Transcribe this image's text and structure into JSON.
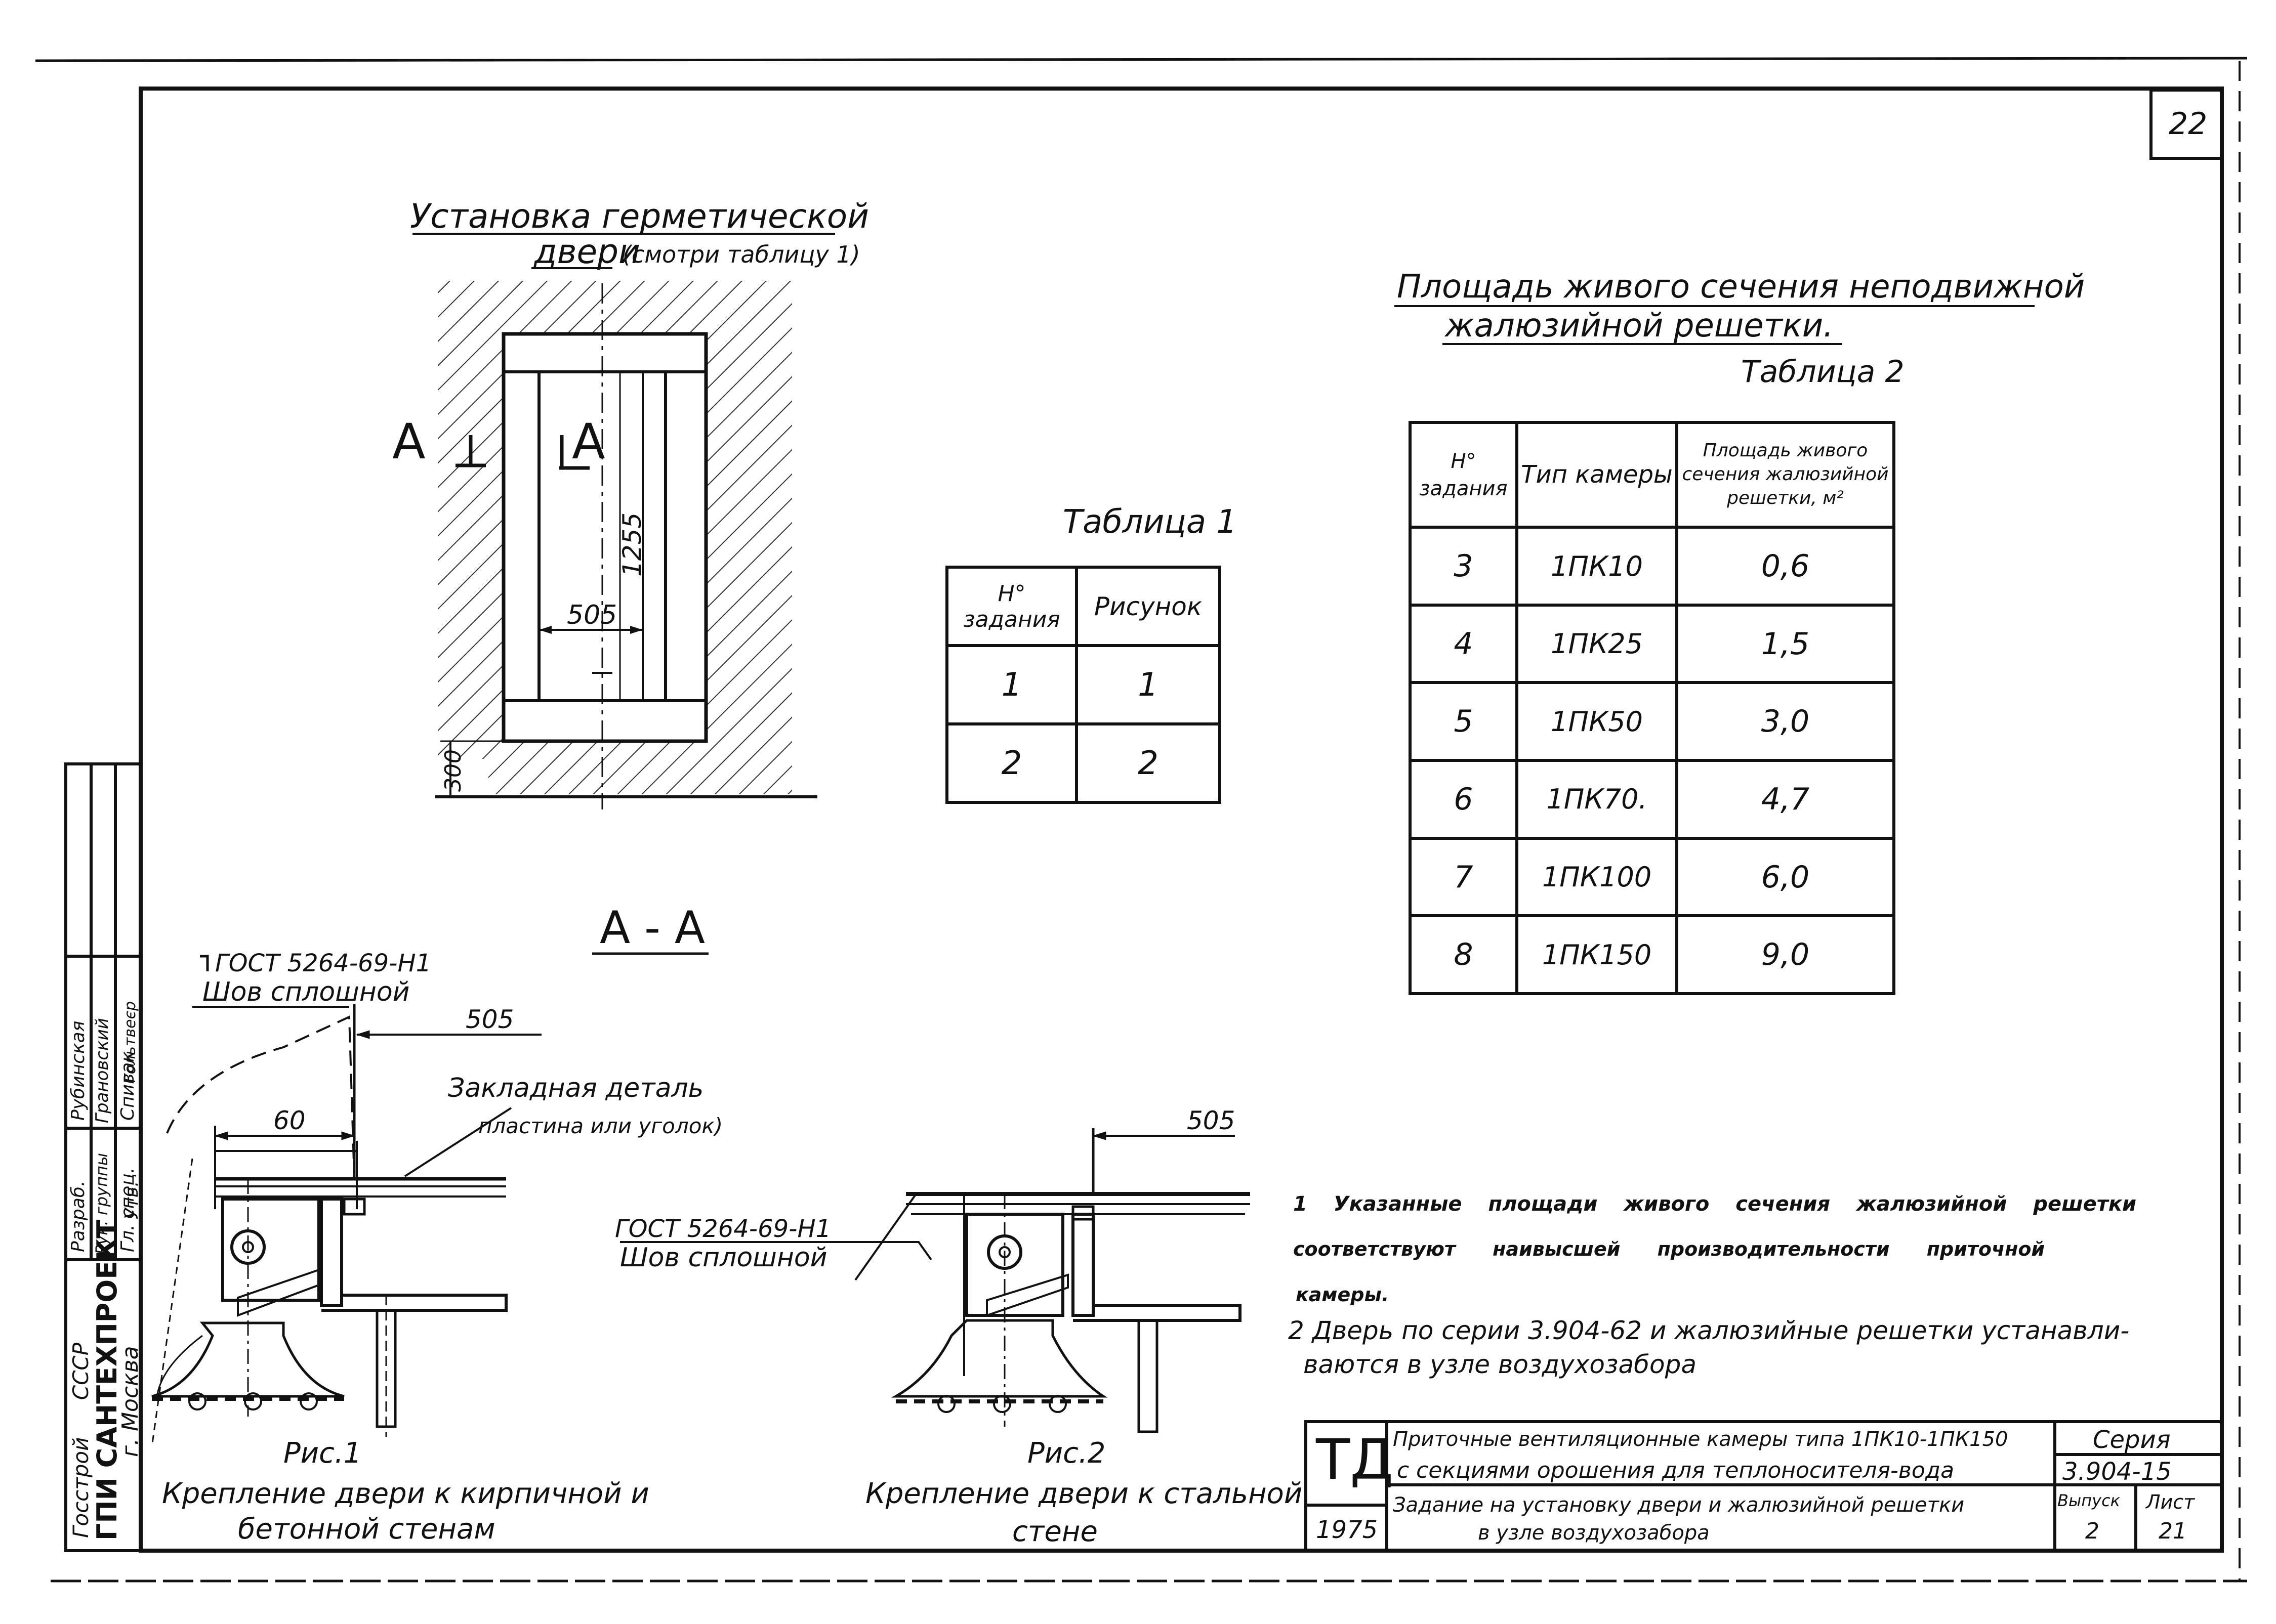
{
  "sheet_number": "22",
  "door_section": {
    "title_line1": "Установка герметической",
    "title_line2": "двери",
    "title_note": "(смотри таблицу 1)",
    "mark_left": "А",
    "mark_right": "А",
    "dim_height": "1255",
    "dim_width": "505",
    "dim_base": "300"
  },
  "table1": {
    "caption": "Таблица 1",
    "headers": [
      "Н° задания",
      "Рисунок"
    ],
    "rows": [
      [
        "1",
        "1"
      ],
      [
        "2",
        "2"
      ]
    ]
  },
  "table2": {
    "title_line1": "Площадь живого сечения неподвижной",
    "title_line2": "жалюзийной решетки.",
    "caption": "Таблица 2",
    "headers": [
      "Н° задания",
      "Тип камеры",
      "Площадь живого сечения жалюзийной решетки, м²"
    ],
    "rows": [
      [
        "3",
        "1ПК10",
        "0,6"
      ],
      [
        "4",
        "1ПК25",
        "1,5"
      ],
      [
        "5",
        "1ПК50",
        "3,0"
      ],
      [
        "6",
        "1ПК70.",
        "4,7"
      ],
      [
        "7",
        "1ПК100",
        "6,0"
      ],
      [
        "8",
        "1ПК150",
        "9,0"
      ]
    ]
  },
  "section_aa": {
    "title": "А - А",
    "gost1": "ГОСТ 5264-69-Н1",
    "seam1": "Шов сплошной",
    "dim_505_left": "505",
    "embedded_part": "Закладная деталь",
    "embedded_note": "пластина или уголок)",
    "dim_60": "60",
    "gost2": "ГОСТ 5264-69-Н1",
    "seam2": "Шов сплошной",
    "dim_505_right": "505",
    "fig1_label": "Рис.1",
    "fig1_caption_line1": "Крепление двери к кирпичной и",
    "fig1_caption_line2": "бетонной стенам",
    "fig2_label": "Рис.2",
    "fig2_caption_line1": "Крепление двери к стальной",
    "fig2_caption_line2": "стене"
  },
  "notes": {
    "note1_line1": "1 Указанные площади живого сечения жалюзийной решетки",
    "note1_line2": "соответствуют наивысшей производительности приточной",
    "note1_line3": "камеры.",
    "note2_line1": "2 Дверь по серии 3.904-62 и жалюзийные решетки устанавли-",
    "note2_line2": "ваются в узле воздухозабора"
  },
  "title_block": {
    "td": "ТД",
    "year": "1975",
    "title_line1": "Приточные вентиляционные камеры типа 1ПК10-1ПК150",
    "title_line2": "с секциями орошения для теплоносителя-вода",
    "subtitle_line1": "Задание на установку двери и жалюзийной решетки",
    "subtitle_line2": "в узле воздухозабора",
    "series_label": "Серия",
    "series_value": "3.904-15",
    "issue_label": "Выпуск",
    "issue_value": "2",
    "sheet_label": "Лист",
    "sheet_value": "21"
  },
  "side_stamp": {
    "org1": "Госстрой СССР",
    "org2": "ГПИ САНТЕХПРОЕКТ",
    "city": "г. Москва",
    "roles": [
      "Разраб.",
      "Рук. группы",
      "Гл. спец.",
      "Утв."
    ],
    "names": [
      "Рубинская",
      "Грановский",
      "Спивак",
      "Гольтвеєр"
    ]
  }
}
